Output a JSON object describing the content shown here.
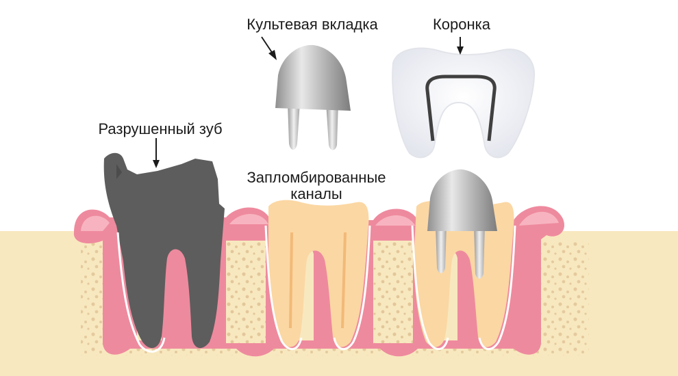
{
  "labels": {
    "post_core": "Культевая вкладка",
    "crown": "Коронка",
    "broken_tooth": "Разрушенный зуб",
    "filled_canals_line1": "Запломбированные",
    "filled_canals_line2": "каналы"
  },
  "colors": {
    "bone": "#f8e8bf",
    "bone_dots": "#e3c79a",
    "gum": "#ee8a9e",
    "gum_light": "#f7b4c0",
    "destroyed_tooth": "#5d5d5d",
    "healthy_tooth": "#fbd7a3",
    "metal": "#b9b9b9",
    "crown": "#f4f5f8",
    "crown_outline": "#404040"
  }
}
